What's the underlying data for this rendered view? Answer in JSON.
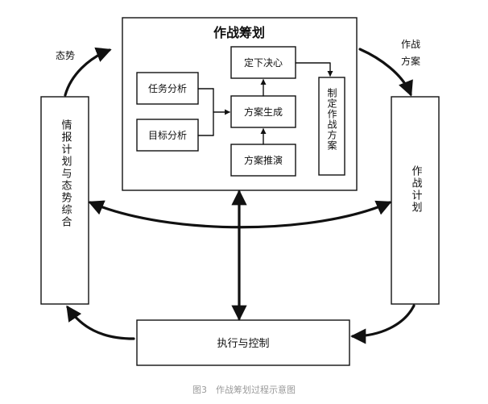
{
  "diagram": {
    "top_box_title": "作战筹划",
    "boxes": {
      "left": "情报计划与态势综合",
      "right": "作战计划",
      "bottom": "执行与控制",
      "task_analysis": "任务分析",
      "target_analysis": "目标分析",
      "decision": "定下决心",
      "plan_generation": "方案生成",
      "plan_rehearsal": "方案推演",
      "make_plan": "制定作战方案"
    },
    "edge_labels": {
      "situation": "态势",
      "combat_plan": [
        "作战",
        "方案"
      ]
    },
    "caption": "图3　作战筹划过程示意图"
  }
}
